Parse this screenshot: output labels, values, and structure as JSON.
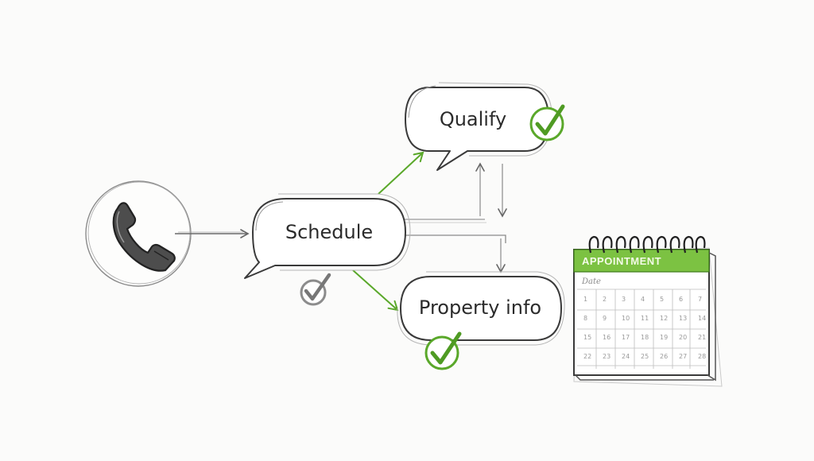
{
  "nodes": {
    "qualify": {
      "label": "Qualify",
      "checked": true
    },
    "schedule": {
      "label": "Schedule",
      "checked": true
    },
    "property": {
      "label": "Property info",
      "checked": true
    }
  },
  "icons": {
    "phone": "phone-icon",
    "check": "check-icon",
    "calendar": "calendar-icon"
  },
  "calendar": {
    "title": "APPOINTMENT",
    "date_label": "Date",
    "days": [
      "1",
      "2",
      "3",
      "4",
      "5",
      "6",
      "7",
      "8",
      "9",
      "10",
      "11",
      "12",
      "13",
      "14",
      "15",
      "16",
      "17",
      "18",
      "19",
      "20",
      "21",
      "22",
      "23",
      "24",
      "25",
      "26",
      "27",
      "28"
    ]
  },
  "colors": {
    "accent_green": "#5aa82a",
    "sketch": "#555555",
    "muted_check": "#8c8c8c"
  }
}
